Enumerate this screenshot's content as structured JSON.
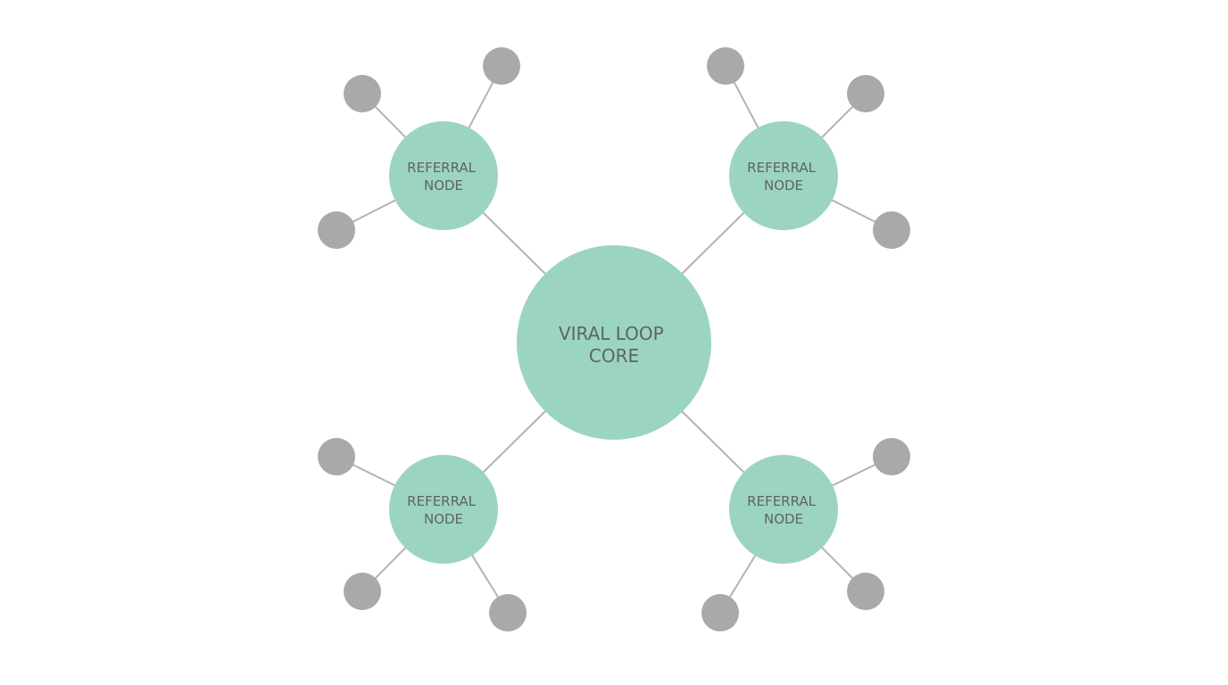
{
  "colors": {
    "background": "#ffffff",
    "core_fill": "#9cd4c3",
    "hub_fill": "#9cd4c3",
    "leaf_fill": "#a9a9a9",
    "edge_stroke": "#b3b3b3",
    "label_text": "#5e6462"
  },
  "core": {
    "label_line1": "VIRAL LOOP",
    "label_line2": "CORE"
  },
  "hubs": [
    {
      "label_line1": "REFERRAL",
      "label_line2": "NODE",
      "leaf_count": 3
    },
    {
      "label_line1": "REFERRAL",
      "label_line2": "NODE",
      "leaf_count": 3
    },
    {
      "label_line1": "REFERRAL",
      "label_line2": "NODE",
      "leaf_count": 3
    },
    {
      "label_line1": "REFERRAL",
      "label_line2": "NODE",
      "leaf_count": 3
    }
  ]
}
